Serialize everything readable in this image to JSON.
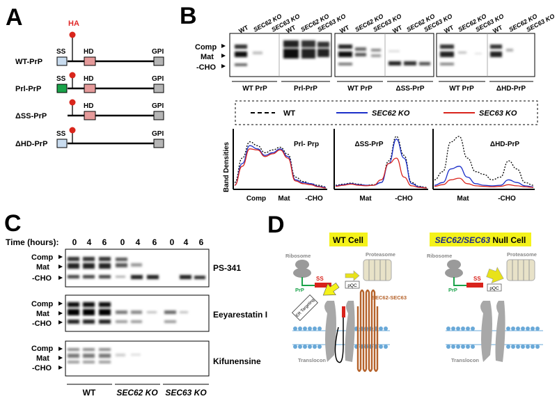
{
  "panels": {
    "a": "A",
    "b": "B",
    "c": "C",
    "d": "D"
  },
  "panel_a": {
    "ha_label": "HA",
    "constructs": [
      {
        "name": "WT-PrP",
        "ss": "SS",
        "hd": "HD",
        "gpi": "GPI"
      },
      {
        "name": "Prl-PrP",
        "ss": "SS",
        "hd": "HD",
        "gpi": "GPI"
      },
      {
        "name": "ΔSS-PrP",
        "ss": "",
        "hd": "HD",
        "gpi": "GPI"
      },
      {
        "name": "ΔHD-PrP",
        "ss": "SS",
        "hd": "",
        "gpi": "GPI"
      }
    ],
    "colors": {
      "ss_light_blue": "#c9dcef",
      "ss_green": "#1aa34a",
      "hd": "#e59a9a",
      "gpi": "#b5b5b5",
      "pin": "#d9261c",
      "ha_text": "#e02a2a"
    }
  },
  "panel_b": {
    "band_labels": [
      "Comp",
      "Mat",
      "-CHO"
    ],
    "lane_labels": [
      "WT",
      "SEC62 KO",
      "SEC63 KO"
    ],
    "groups": [
      "WT PrP",
      "Prl-PrP",
      "WT PrP",
      "ΔSS-PrP",
      "WT PrP",
      "ΔHD-PrP"
    ],
    "legend": [
      {
        "label": "WT",
        "color": "#000000",
        "style": "dashed"
      },
      {
        "label": "SEC62 KO",
        "color": "#1b2fc9",
        "style": "solid"
      },
      {
        "label": "SEC63 KO",
        "color": "#d9231c",
        "style": "solid"
      }
    ],
    "y_axis_label": "Band Densities"
  },
  "chart_data": [
    {
      "type": "line",
      "title": "Prl- Prp",
      "ylabel": "Band Densities",
      "xlabel": "",
      "x_ticks": [
        "Comp",
        "Mat",
        "-CHO"
      ],
      "x": [
        0,
        1,
        2,
        3,
        4,
        5,
        6,
        7,
        8,
        9,
        10,
        11,
        12
      ],
      "series": [
        {
          "name": "WT",
          "values": [
            0.1,
            0.55,
            0.85,
            0.78,
            0.65,
            0.7,
            0.75,
            0.62,
            0.2,
            0.12,
            0.08,
            0.05,
            0.02
          ]
        },
        {
          "name": "SEC62 KO",
          "values": [
            0.05,
            0.45,
            0.78,
            0.72,
            0.6,
            0.65,
            0.72,
            0.58,
            0.15,
            0.1,
            0.08,
            0.03,
            0.01
          ]
        },
        {
          "name": "SEC63 KO",
          "values": [
            0.05,
            0.4,
            0.72,
            0.7,
            0.58,
            0.63,
            0.7,
            0.55,
            0.13,
            0.08,
            0.06,
            0.02,
            0.0
          ]
        }
      ],
      "grid": false
    },
    {
      "type": "line",
      "title": "ΔSS-PrP",
      "ylabel": "",
      "xlabel": "",
      "x_ticks": [
        "Mat",
        "-CHO"
      ],
      "x": [
        0,
        1,
        2,
        3,
        4,
        5,
        6,
        7,
        8,
        9,
        10,
        11,
        12
      ],
      "series": [
        {
          "name": "WT",
          "values": [
            0.05,
            0.07,
            0.09,
            0.07,
            0.05,
            0.06,
            0.1,
            0.5,
            0.95,
            0.6,
            0.1,
            0.03,
            0.01
          ]
        },
        {
          "name": "SEC62 KO",
          "values": [
            0.04,
            0.06,
            0.08,
            0.06,
            0.05,
            0.05,
            0.1,
            0.45,
            0.9,
            0.55,
            0.08,
            0.02,
            0.0
          ]
        },
        {
          "name": "SEC63 KO",
          "values": [
            0.03,
            0.05,
            0.07,
            0.05,
            0.04,
            0.05,
            0.15,
            0.45,
            0.55,
            0.2,
            0.04,
            0.01,
            0.0
          ]
        }
      ],
      "grid": false
    },
    {
      "type": "line",
      "title": "ΔHD-PrP",
      "ylabel": "",
      "xlabel": "",
      "x_ticks": [
        "Mat",
        "-CHO"
      ],
      "x": [
        0,
        1,
        2,
        3,
        4,
        5,
        6,
        7,
        8,
        9,
        10,
        11,
        12
      ],
      "series": [
        {
          "name": "WT",
          "values": [
            0.15,
            0.3,
            0.85,
            0.95,
            0.55,
            0.3,
            0.25,
            0.15,
            0.2,
            0.5,
            0.35,
            0.1,
            0.05
          ]
        },
        {
          "name": "SEC62 KO",
          "values": [
            0.05,
            0.1,
            0.35,
            0.4,
            0.2,
            0.08,
            0.05,
            0.04,
            0.05,
            0.15,
            0.1,
            0.04,
            0.02
          ]
        },
        {
          "name": "SEC63 KO",
          "values": [
            0.03,
            0.06,
            0.15,
            0.18,
            0.08,
            0.04,
            0.03,
            0.02,
            0.03,
            0.06,
            0.04,
            0.02,
            0.01
          ]
        }
      ],
      "grid": false
    }
  ],
  "panel_c": {
    "time_label": "Time (hours):",
    "time_points": [
      "0",
      "4",
      "6",
      "0",
      "4",
      "6",
      "0",
      "4",
      "6"
    ],
    "band_labels": [
      "Comp",
      "Mat",
      "-CHO"
    ],
    "treatments": [
      "PS-341",
      "Eeyarestatin I",
      "Kifunensine"
    ],
    "groups": [
      "WT",
      "SEC62 KO",
      "SEC63 KO"
    ]
  },
  "panel_d": {
    "wt_title": "WT Cell",
    "null_title": "SEC62/SEC63 Null Cell",
    "ribosome": "Ribosome",
    "proteasome": "Proteasome",
    "ss": "SS",
    "prp": "PrP",
    "pqc": "pQC",
    "er_targeting": "ER Targeting",
    "sec62_sec63": "SEC62-SEC63",
    "translocon": "Translocon",
    "colors": {
      "title_bg": "#f4f21a",
      "ss_red": "#d9231c",
      "prp_green": "#1aa34a",
      "sec_brown": "#b5622a",
      "membrane": "#6aa9d8",
      "pqc_arrow": "#e8e21a"
    }
  }
}
